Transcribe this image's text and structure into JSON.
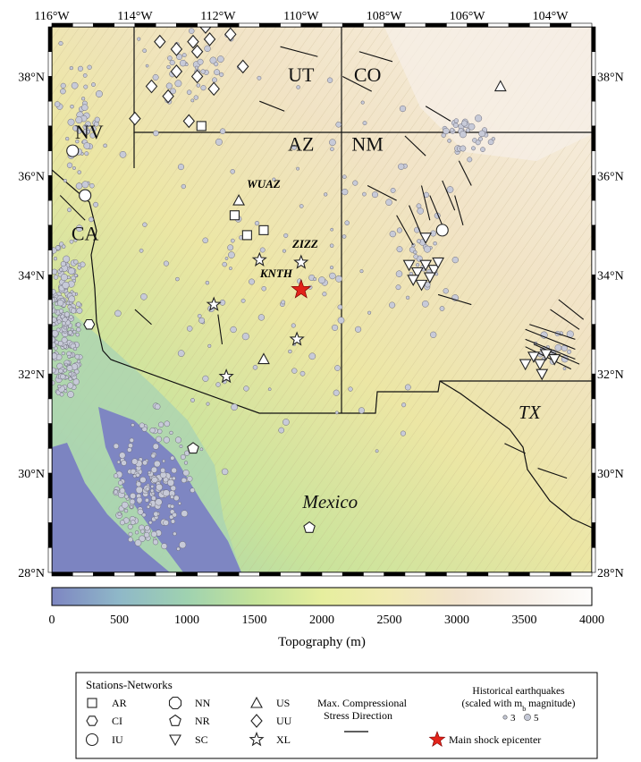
{
  "map": {
    "lon_ticks": [
      "116°W",
      "114°W",
      "112°W",
      "110°W",
      "108°W",
      "106°W",
      "104°W"
    ],
    "lon_values": [
      -116,
      -114,
      -112,
      -110,
      -108,
      -106,
      -104
    ],
    "lat_ticks": [
      "38°N",
      "36°N",
      "34°N",
      "32°N",
      "30°N",
      "28°N"
    ],
    "lat_values": [
      38,
      36,
      34,
      32,
      30,
      28
    ],
    "extent": {
      "lon_min": -116,
      "lon_max": -103,
      "lat_min": 28,
      "lat_max": 39
    }
  },
  "regions": [
    {
      "name": "NV",
      "lon": -115.1,
      "lat": 36.75
    },
    {
      "name": "CA",
      "lon": -115.2,
      "lat": 34.7
    },
    {
      "name": "UT",
      "lon": -110.0,
      "lat": 37.9
    },
    {
      "name": "CO",
      "lon": -108.4,
      "lat": 37.9
    },
    {
      "name": "AZ",
      "lon": -110.0,
      "lat": 36.5
    },
    {
      "name": "NM",
      "lon": -108.4,
      "lat": 36.5
    },
    {
      "name": "TX",
      "lon": -104.5,
      "lat": 31.1
    },
    {
      "name": "Mexico",
      "lon": -109.3,
      "lat": 29.3
    }
  ],
  "station_labels": [
    {
      "name": "WUAZ",
      "lon": -110.9,
      "lat": 35.75
    },
    {
      "name": "ZIZZ",
      "lon": -109.9,
      "lat": 34.55
    },
    {
      "name": "KNTH",
      "lon": -110.6,
      "lat": 33.95
    }
  ],
  "stations": [
    {
      "net": "AR",
      "lon": -111.6,
      "lat": 35.2
    },
    {
      "net": "AR",
      "lon": -111.3,
      "lat": 34.8
    },
    {
      "net": "AR",
      "lon": -110.9,
      "lat": 34.9
    },
    {
      "net": "AR",
      "lon": -112.4,
      "lat": 37.0
    },
    {
      "net": "CI",
      "lon": -115.1,
      "lat": 33.0
    },
    {
      "net": "IU",
      "lon": -115.5,
      "lat": 36.5
    },
    {
      "net": "IU",
      "lon": -115.2,
      "lat": 35.6
    },
    {
      "net": "IU",
      "lon": -106.6,
      "lat": 34.9
    },
    {
      "net": "NR",
      "lon": -112.6,
      "lat": 30.5
    },
    {
      "net": "NR",
      "lon": -109.8,
      "lat": 28.9
    },
    {
      "net": "SC",
      "lon": -107.0,
      "lat": 34.75
    },
    {
      "net": "SC",
      "lon": -107.4,
      "lat": 34.2
    },
    {
      "net": "SC",
      "lon": -107.2,
      "lat": 34.05
    },
    {
      "net": "SC",
      "lon": -107.0,
      "lat": 34.2
    },
    {
      "net": "SC",
      "lon": -106.8,
      "lat": 34.1
    },
    {
      "net": "SC",
      "lon": -106.7,
      "lat": 34.25
    },
    {
      "net": "SC",
      "lon": -107.3,
      "lat": 33.9
    },
    {
      "net": "SC",
      "lon": -107.1,
      "lat": 33.8
    },
    {
      "net": "SC",
      "lon": -106.9,
      "lat": 33.95
    },
    {
      "net": "SC",
      "lon": -104.6,
      "lat": 32.2
    },
    {
      "net": "SC",
      "lon": -104.4,
      "lat": 32.35
    },
    {
      "net": "SC",
      "lon": -104.25,
      "lat": 32.2
    },
    {
      "net": "SC",
      "lon": -104.1,
      "lat": 32.4
    },
    {
      "net": "SC",
      "lon": -103.9,
      "lat": 32.3
    },
    {
      "net": "SC",
      "lon": -104.2,
      "lat": 32.0
    },
    {
      "net": "US",
      "lon": -111.5,
      "lat": 35.5
    },
    {
      "net": "US",
      "lon": -110.9,
      "lat": 32.3
    },
    {
      "net": "US",
      "lon": -105.2,
      "lat": 37.8
    },
    {
      "net": "UU",
      "lon": -113.4,
      "lat": 38.7
    },
    {
      "net": "UU",
      "lon": -113.0,
      "lat": 38.55
    },
    {
      "net": "UU",
      "lon": -112.6,
      "lat": 38.7
    },
    {
      "net": "UU",
      "lon": -112.5,
      "lat": 38.5
    },
    {
      "net": "UU",
      "lon": -112.2,
      "lat": 38.75
    },
    {
      "net": "UU",
      "lon": -112.3,
      "lat": 39.0
    },
    {
      "net": "UU",
      "lon": -111.7,
      "lat": 38.85
    },
    {
      "net": "UU",
      "lon": -113.6,
      "lat": 37.8
    },
    {
      "net": "UU",
      "lon": -113.0,
      "lat": 38.1
    },
    {
      "net": "UU",
      "lon": -112.5,
      "lat": 38.0
    },
    {
      "net": "UU",
      "lon": -111.4,
      "lat": 38.2
    },
    {
      "net": "UU",
      "lon": -112.1,
      "lat": 37.75
    },
    {
      "net": "UU",
      "lon": -113.2,
      "lat": 37.6
    },
    {
      "net": "UU",
      "lon": -114.0,
      "lat": 37.15
    },
    {
      "net": "UU",
      "lon": -112.7,
      "lat": 37.1
    },
    {
      "net": "XL",
      "lon": -111.0,
      "lat": 34.3
    },
    {
      "net": "XL",
      "lon": -110.0,
      "lat": 34.25
    },
    {
      "net": "XL",
      "lon": -112.1,
      "lat": 33.4
    },
    {
      "net": "XL",
      "lon": -110.1,
      "lat": 32.7
    },
    {
      "net": "XL",
      "lon": -111.8,
      "lat": 31.95
    }
  ],
  "epicenter": {
    "lon": -110.0,
    "lat": 33.7
  },
  "stress_lines": [
    [
      -110.5,
      38.6,
      -109.6,
      38.4
    ],
    [
      -108.6,
      38.5,
      -107.8,
      38.3
    ],
    [
      -109.0,
      38.0,
      -108.3,
      37.7
    ],
    [
      -111.0,
      37.5,
      -110.4,
      37.3
    ],
    [
      -107.0,
      37.4,
      -106.4,
      37.1
    ],
    [
      -107.5,
      36.8,
      -107.0,
      36.4
    ],
    [
      -108.4,
      35.8,
      -107.7,
      35.5
    ],
    [
      -107.7,
      35.2,
      -107.3,
      34.6
    ],
    [
      -107.4,
      35.4,
      -107.1,
      34.8
    ],
    [
      -107.1,
      35.8,
      -106.9,
      35.1
    ],
    [
      -106.9,
      35.6,
      -106.6,
      35.0
    ],
    [
      -106.6,
      35.9,
      -106.3,
      35.3
    ],
    [
      -106.3,
      35.6,
      -106.1,
      35.0
    ],
    [
      -106.2,
      36.3,
      -105.9,
      35.8
    ],
    [
      -106.7,
      33.6,
      -105.9,
      33.4
    ],
    [
      -104.6,
      32.9,
      -103.4,
      32.5
    ],
    [
      -104.6,
      32.7,
      -103.4,
      32.3
    ],
    [
      -104.5,
      33.0,
      -103.4,
      32.7
    ],
    [
      -104.4,
      32.6,
      -103.3,
      32.2
    ],
    [
      -104.0,
      33.3,
      -103.3,
      32.9
    ],
    [
      -103.8,
      33.5,
      -103.2,
      33.1
    ],
    [
      -104.6,
      32.55,
      -103.5,
      32.1
    ],
    [
      -115.8,
      35.6,
      -115.2,
      35.1
    ],
    [
      -114.0,
      33.3,
      -113.6,
      33.0
    ],
    [
      -112.0,
      33.2,
      -111.9,
      32.6
    ],
    [
      -105.1,
      30.6,
      -104.6,
      30.4
    ],
    [
      -104.3,
      30.1,
      -103.6,
      29.9
    ]
  ],
  "colorbar": {
    "label": "Topography (m)",
    "ticks": [
      "0",
      "500",
      "1000",
      "1500",
      "2000",
      "2500",
      "3000",
      "3500",
      "4000"
    ],
    "tick_values": [
      0,
      500,
      1000,
      1500,
      2000,
      2500,
      3000,
      3500,
      4000
    ],
    "colors": [
      "#7e86c2",
      "#8fb8c8",
      "#9fd2b0",
      "#c4e39a",
      "#e6ee9e",
      "#f1ebb3",
      "#f2e3cd",
      "#f7efe6",
      "#fdfcfb"
    ]
  },
  "legend": {
    "networks_title": "Stations-Networks",
    "networks": [
      "AR",
      "CI",
      "IU",
      "NN",
      "NR",
      "SC",
      "US",
      "UU",
      "XL"
    ],
    "stress_label_line1": "Max. Compressional",
    "stress_label_line2": "Stress Direction",
    "eq_title_line1": "Historical earthquakes",
    "eq_title_line2": "(scaled with m",
    "eq_title_sub": "b",
    "eq_title_line2_end": " magnitude)",
    "eq_small": "3",
    "eq_large": "5",
    "epicenter_label": "Main shock epicenter"
  }
}
